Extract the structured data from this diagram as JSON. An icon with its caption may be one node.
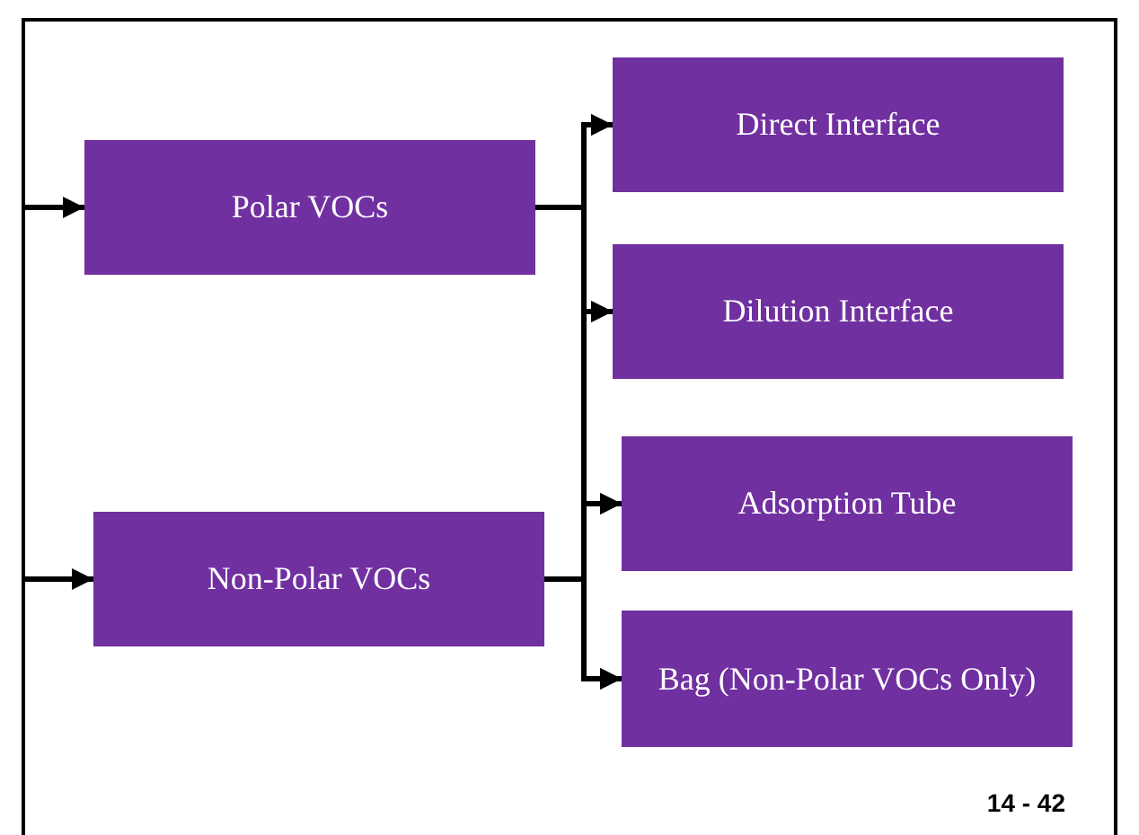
{
  "diagram": {
    "nodes": [
      {
        "text": [
          "Polar VOCs"
        ]
      },
      {
        "text": [
          "Non-Polar VOCs"
        ]
      },
      {
        "text": [
          "Direct Interface"
        ]
      },
      {
        "text": [
          "Dilution Interface"
        ]
      },
      {
        "text": [
          "Adsorption Tube"
        ]
      },
      {
        "text": [
          "Bag (Non-Polar VOCs Only)"
        ]
      }
    ],
    "edges": [
      {
        "from": null,
        "to": 0,
        "arrow": "to"
      },
      {
        "from": null,
        "to": 1,
        "arrow": "to"
      },
      {
        "from": 0,
        "to": 2,
        "arrow": "to"
      },
      {
        "from": 0,
        "to": 3,
        "arrow": "to"
      },
      {
        "from": 0,
        "to": 4,
        "arrow": "to"
      },
      {
        "from": 0,
        "to": 5,
        "arrow": "to"
      },
      {
        "from": 1,
        "to": 2,
        "arrow": "to"
      },
      {
        "from": 1,
        "to": 3,
        "arrow": "to"
      },
      {
        "from": 1,
        "to": 4,
        "arrow": "to"
      },
      {
        "from": 1,
        "to": 5,
        "arrow": "to"
      }
    ],
    "labels": [
      "14 - 42"
    ]
  }
}
